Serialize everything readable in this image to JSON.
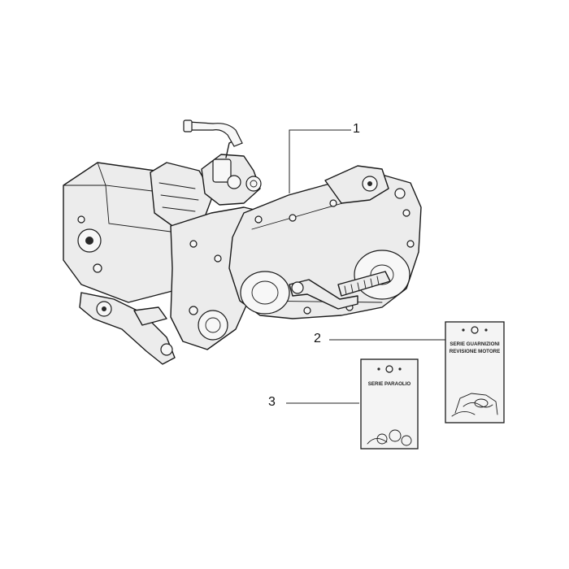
{
  "callouts": [
    {
      "id": "1",
      "label": "1"
    },
    {
      "id": "2",
      "label": "2"
    },
    {
      "id": "3",
      "label": "3"
    }
  ],
  "sheet2": {
    "line1": "SERIE GUARNIZIONI",
    "line2": "REVISIONE MOTORE"
  },
  "sheet3": {
    "line1": "SERIE PARAOLIO"
  },
  "icons": [
    "engine-assembly-icon",
    "gasket-kit-sheet-icon",
    "oil-seal-kit-sheet-icon"
  ]
}
